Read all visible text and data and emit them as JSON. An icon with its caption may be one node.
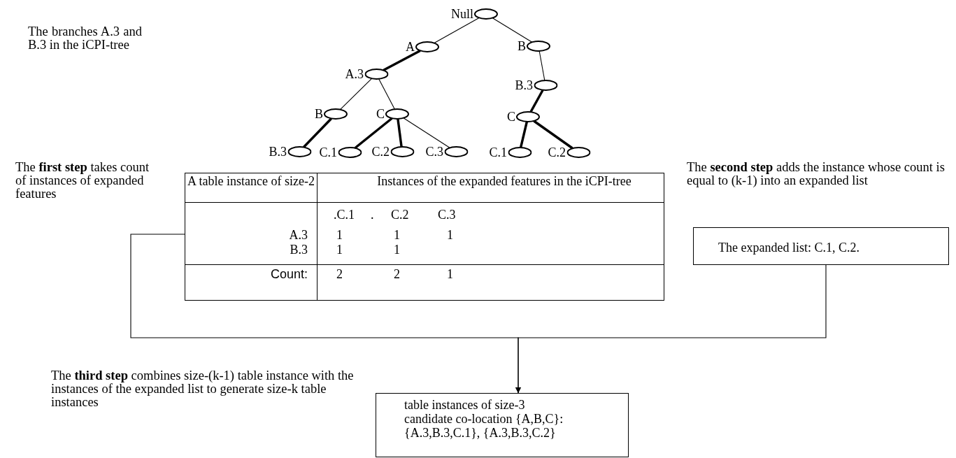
{
  "diagram": {
    "nodes": [
      {
        "text": [
          "Null"
        ]
      },
      {
        "text": [
          "A"
        ]
      },
      {
        "text": [
          "B"
        ]
      },
      {
        "text": [
          "A.3"
        ]
      },
      {
        "text": [
          "B"
        ]
      },
      {
        "text": [
          "C"
        ]
      },
      {
        "text": [
          "B.3"
        ]
      },
      {
        "text": [
          "C"
        ]
      },
      {
        "text": [
          "B.3"
        ]
      },
      {
        "text": [
          "C.1"
        ]
      },
      {
        "text": [
          "C.2"
        ]
      },
      {
        "text": [
          "C.3"
        ]
      },
      {
        "text": [
          "C.1"
        ]
      },
      {
        "text": [
          "C.2"
        ]
      },
      {
        "text": [
          "A table instance of size-2",
          "Instances of the expanded features in the iCPI-tree",
          ".C.1",
          ".",
          "C.2",
          "C.3",
          "A.3",
          "1",
          "1",
          "1",
          "B.3",
          "1",
          "1",
          "Count:",
          "2",
          "2",
          "1"
        ]
      },
      {
        "text": [
          "The expanded list: C.1, C.2."
        ]
      },
      {
        "text": [
          "table instances of size-3",
          "candidate co-location {A,B,C}:",
          "{A.3,B.3,C.1}, {A.3,B.3,C.2}"
        ]
      }
    ],
    "edges": [
      {
        "from": 0,
        "to": 1,
        "arrow": "none"
      },
      {
        "from": 0,
        "to": 2,
        "arrow": "none"
      },
      {
        "from": 1,
        "to": 3,
        "arrow": "none",
        "style": "thick"
      },
      {
        "from": 3,
        "to": 4,
        "arrow": "none"
      },
      {
        "from": 3,
        "to": 5,
        "arrow": "none"
      },
      {
        "from": 2,
        "to": 6,
        "arrow": "none"
      },
      {
        "from": 6,
        "to": 7,
        "arrow": "none",
        "style": "thick"
      },
      {
        "from": 4,
        "to": 8,
        "arrow": "none",
        "style": "thick"
      },
      {
        "from": 5,
        "to": 9,
        "arrow": "none",
        "style": "thick"
      },
      {
        "from": 5,
        "to": 10,
        "arrow": "none",
        "style": "thick"
      },
      {
        "from": 5,
        "to": 11,
        "arrow": "none"
      },
      {
        "from": 7,
        "to": 12,
        "arrow": "none",
        "style": "thick"
      },
      {
        "from": 7,
        "to": 13,
        "arrow": "none",
        "style": "thick"
      },
      {
        "from": 14,
        "to": 16,
        "arrow": "to"
      },
      {
        "from": 15,
        "to": 16,
        "arrow": "to"
      }
    ],
    "labels": [
      "The branches A.3 and B.3 in the iCPI-tree",
      "The **first step** takes count of instances of expanded features",
      "The **second step** adds the instance whose count is equal to (k-1) into an expanded list",
      "The **third step** combines size-(k-1) table instance with the instances of the expanded list to generate size-k table instances"
    ]
  }
}
